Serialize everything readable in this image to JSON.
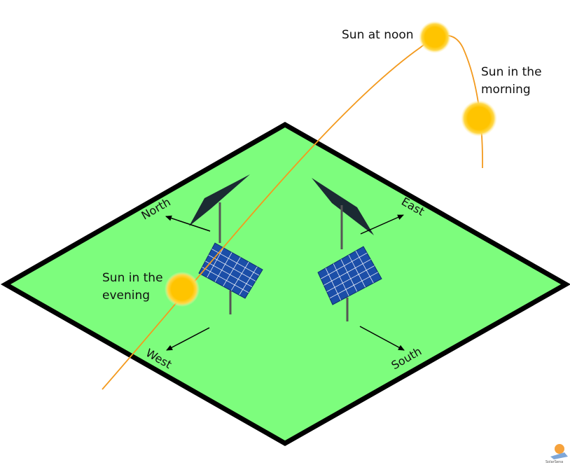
{
  "labels": {
    "sun_noon": "Sun at noon",
    "sun_morning": [
      "Sun in the",
      "morning"
    ],
    "sun_evening": [
      "Sun in the",
      "evening"
    ]
  },
  "directions": {
    "north": "North",
    "east": "East",
    "west": "West",
    "south": "South"
  },
  "logo": {
    "text": "SolarSena"
  },
  "colors": {
    "ground": "#7dfd7d",
    "ground_border": "#000000",
    "sun_path": "#f39a1e",
    "sun": "#ffc400",
    "sun_glow": "#ffe58a",
    "panel": "#1b4ea8",
    "panel_grid": "#ffffff",
    "shadow": "#1b2a33",
    "pole": "#555555",
    "arrow": "#000000"
  }
}
